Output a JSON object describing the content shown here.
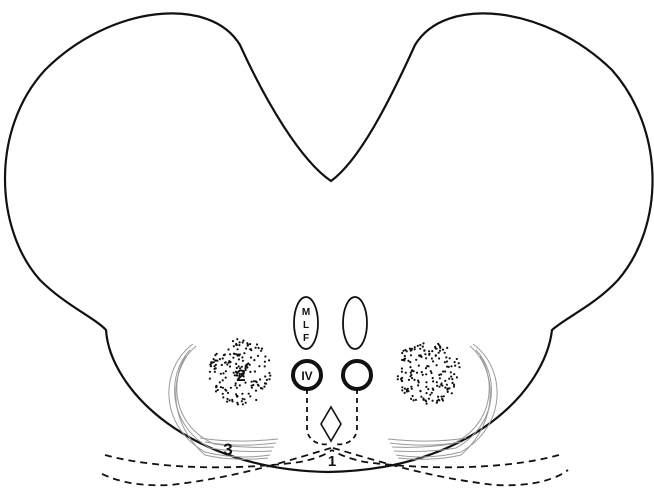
{
  "labels": {
    "mlf": [
      "M",
      "L",
      "F"
    ],
    "nucleus": "IV",
    "one": "1",
    "two": "2",
    "three": "3"
  },
  "colors": {
    "stroke": "#111111",
    "fiber": "#9a9a9a",
    "background": "#ffffff"
  }
}
